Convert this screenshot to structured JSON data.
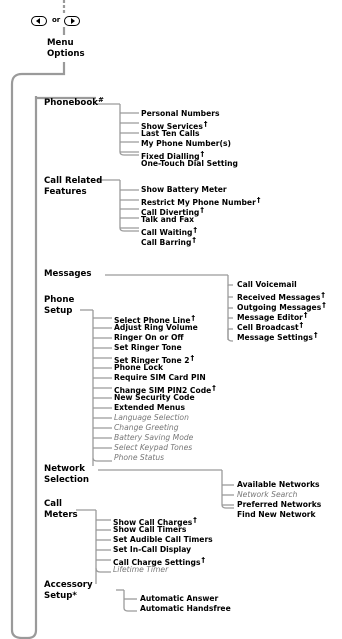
{
  "colors": {
    "line": "#9a9a9a",
    "text": "#000000",
    "muted": "#777777"
  },
  "header": {
    "or_text": "or",
    "menu_options": [
      "Menu",
      "Options"
    ]
  },
  "sections": {
    "phonebook": {
      "label": "Phonebook",
      "mark": "#",
      "items": [
        {
          "text": "Personal Numbers",
          "dagger": false,
          "muted": false
        },
        {
          "text": "Show Services",
          "dagger": true,
          "muted": false
        },
        {
          "text": "Last Ten Calls",
          "dagger": false,
          "muted": false
        },
        {
          "text": "My Phone Number(s)",
          "dagger": false,
          "muted": false
        },
        {
          "text": "Fixed Dialling",
          "dagger": true,
          "muted": false
        },
        {
          "text": "One-Touch Dial Setting",
          "dagger": false,
          "muted": false
        }
      ]
    },
    "call_related": {
      "label": [
        "Call Related",
        "Features"
      ],
      "items": [
        {
          "text": "Show Battery Meter",
          "dagger": false,
          "muted": false
        },
        {
          "text": "Restrict My Phone Number",
          "dagger": true,
          "muted": false
        },
        {
          "text": "Call Diverting",
          "dagger": true,
          "muted": false
        },
        {
          "text": "Talk and Fax",
          "dagger": false,
          "muted": false
        },
        {
          "text": "Call Waiting",
          "dagger": true,
          "muted": false
        },
        {
          "text": "Call Barring",
          "dagger": true,
          "muted": false
        }
      ]
    },
    "messages": {
      "label": "Messages",
      "items": [
        {
          "text": "Call Voicemail",
          "dagger": false,
          "muted": false
        },
        {
          "text": "Received Messages",
          "dagger": true,
          "muted": false
        },
        {
          "text": "Outgoing Messages",
          "dagger": true,
          "muted": false
        },
        {
          "text": "Message Editor",
          "dagger": true,
          "muted": false
        },
        {
          "text": "Cell Broadcast",
          "dagger": true,
          "muted": false
        },
        {
          "text": "Message Settings",
          "dagger": true,
          "muted": false
        }
      ]
    },
    "phone_setup": {
      "label": [
        "Phone",
        "Setup"
      ],
      "items": [
        {
          "text": "Select Phone Line",
          "dagger": true,
          "muted": false
        },
        {
          "text": "Adjust Ring Volume",
          "dagger": false,
          "muted": false
        },
        {
          "text": "Ringer On or Off",
          "dagger": false,
          "muted": false
        },
        {
          "text": "Set Ringer Tone",
          "dagger": false,
          "muted": false
        },
        {
          "text": "Set Ringer Tone 2",
          "dagger": true,
          "muted": false
        },
        {
          "text": "Phone Lock",
          "dagger": false,
          "muted": false
        },
        {
          "text": "Require SIM Card PIN",
          "dagger": false,
          "muted": false
        },
        {
          "text": "Change SIM PIN2 Code",
          "dagger": true,
          "muted": false
        },
        {
          "text": "New Security Code",
          "dagger": false,
          "muted": false
        },
        {
          "text": "Extended Menus",
          "dagger": false,
          "muted": false
        },
        {
          "text": "Language Selection",
          "dagger": false,
          "muted": true
        },
        {
          "text": "Change Greeting",
          "dagger": false,
          "muted": true
        },
        {
          "text": "Battery Saving Mode",
          "dagger": false,
          "muted": true
        },
        {
          "text": "Select Keypad Tones",
          "dagger": false,
          "muted": true
        },
        {
          "text": "Phone Status",
          "dagger": false,
          "muted": true
        }
      ]
    },
    "network": {
      "label": [
        "Network",
        "Selection"
      ],
      "items": [
        {
          "text": "Available Networks",
          "dagger": false,
          "muted": false
        },
        {
          "text": "Network Search",
          "dagger": false,
          "muted": true
        },
        {
          "text": "Preferred Networks",
          "dagger": false,
          "muted": false
        },
        {
          "text": "Find New Network",
          "dagger": false,
          "muted": false
        }
      ]
    },
    "call_meters": {
      "label": [
        "Call",
        "Meters"
      ],
      "items": [
        {
          "text": "Show Call Charges",
          "dagger": true,
          "muted": false
        },
        {
          "text": "Show Call Timers",
          "dagger": false,
          "muted": false
        },
        {
          "text": "Set Audible Call Timers",
          "dagger": false,
          "muted": false
        },
        {
          "text": "Set In-Call Display",
          "dagger": false,
          "muted": false
        },
        {
          "text": "Call Charge Settings",
          "dagger": true,
          "muted": false
        },
        {
          "text": "Lifetime Timer",
          "dagger": false,
          "muted": true
        }
      ]
    },
    "accessory": {
      "label": [
        "Accessory",
        "Setup*"
      ],
      "items": [
        {
          "text": "Automatic Answer",
          "dagger": false,
          "muted": false
        },
        {
          "text": "Automatic Handsfree",
          "dagger": false,
          "muted": false
        }
      ]
    }
  }
}
